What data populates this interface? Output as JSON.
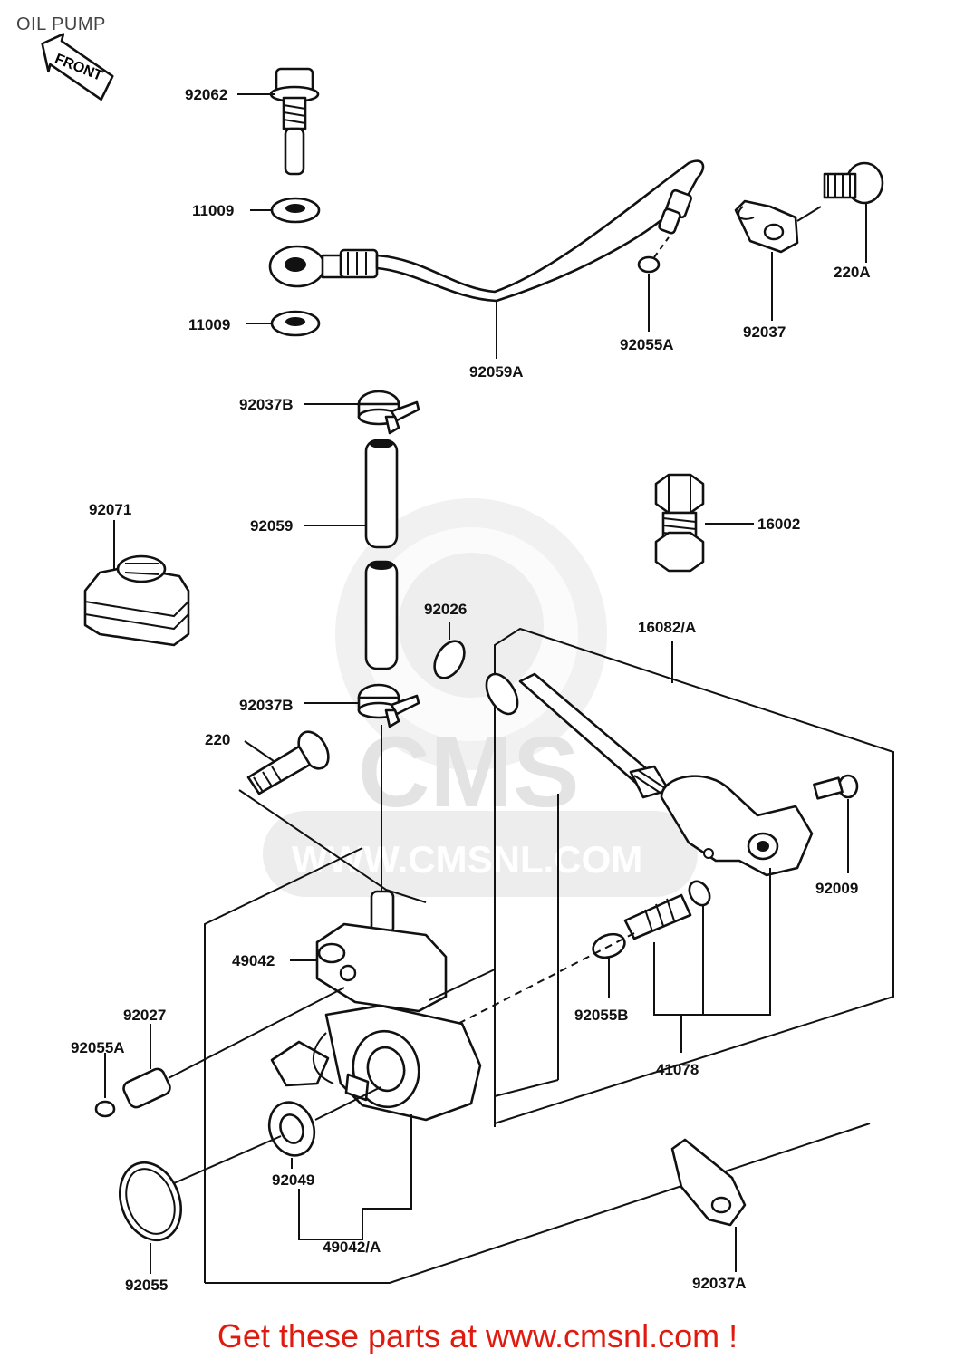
{
  "title": "OIL PUMP",
  "front_arrow": "FRONT",
  "watermark": {
    "brand": "CMS",
    "url": "WWW.CMSNL.COM"
  },
  "footer": {
    "text": "Get these parts at www.cmsnl.com !",
    "color": "#e11a0f"
  },
  "parts": [
    {
      "id": "p92062",
      "number": "92062"
    },
    {
      "id": "p11009a",
      "number": "11009"
    },
    {
      "id": "p11009b",
      "number": "11009"
    },
    {
      "id": "p92059A",
      "number": "92059A"
    },
    {
      "id": "p92055A_top",
      "number": "92055A"
    },
    {
      "id": "p92037",
      "number": "92037"
    },
    {
      "id": "p220A",
      "number": "220A"
    },
    {
      "id": "p92037B_top",
      "number": "92037B"
    },
    {
      "id": "p92059",
      "number": "92059"
    },
    {
      "id": "p92071",
      "number": "92071"
    },
    {
      "id": "p16002",
      "number": "16002"
    },
    {
      "id": "p92026",
      "number": "92026"
    },
    {
      "id": "p16082A",
      "number": "16082/A"
    },
    {
      "id": "p92037B_bot",
      "number": "92037B"
    },
    {
      "id": "p220",
      "number": "220"
    },
    {
      "id": "p92009",
      "number": "92009"
    },
    {
      "id": "p49042",
      "number": "49042"
    },
    {
      "id": "p92027",
      "number": "92027"
    },
    {
      "id": "p92055A_bot",
      "number": "92055A"
    },
    {
      "id": "p92055B",
      "number": "92055B"
    },
    {
      "id": "p41078",
      "number": "41078"
    },
    {
      "id": "p92049",
      "number": "92049"
    },
    {
      "id": "p49042A",
      "number": "49042/A"
    },
    {
      "id": "p92055",
      "number": "92055"
    },
    {
      "id": "p92037A",
      "number": "92037A"
    }
  ]
}
